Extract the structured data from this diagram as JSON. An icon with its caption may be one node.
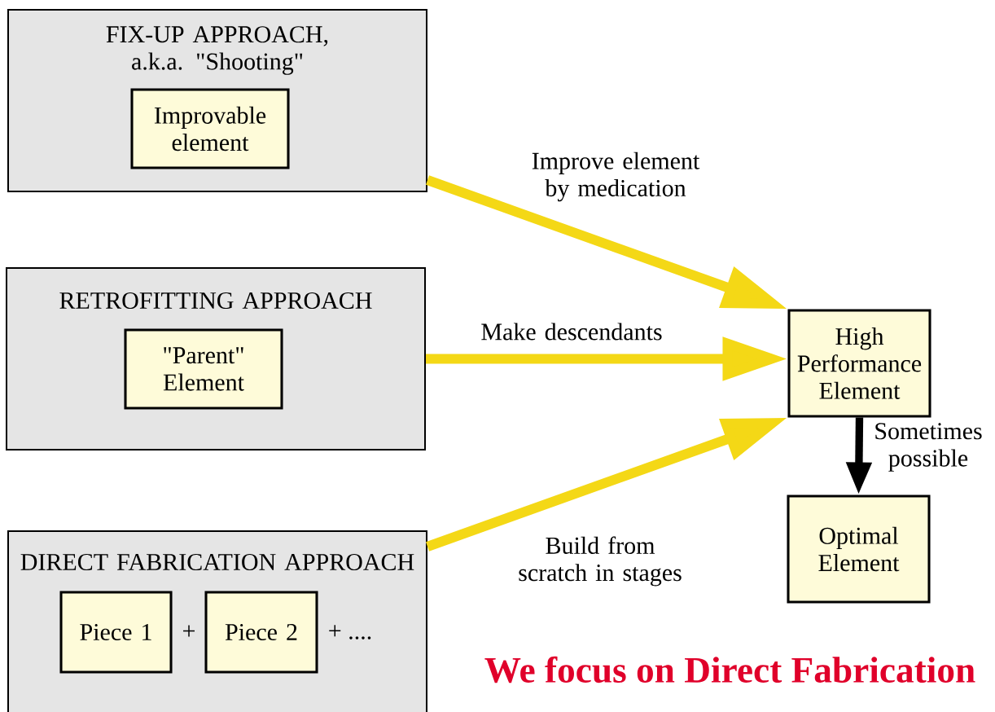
{
  "diagram": {
    "nodes": [
      {
        "text": [
          "FIX-UP APPROACH, a.k.a.  \"Shooting\""
        ]
      },
      {
        "text": [
          "Improvable element"
        ],
        "in": 0
      },
      {
        "text": [
          "RETROFITTING APPROACH"
        ]
      },
      {
        "text": [
          "\"Parent\" Element"
        ],
        "in": 2
      },
      {
        "text": [
          "DIRECT FABRICATION APPROACH"
        ]
      },
      {
        "text": [
          "Piece 1"
        ],
        "in": 4
      },
      {
        "text": [
          "Piece 2"
        ],
        "in": 4
      },
      {
        "text": [
          "High Performance Element"
        ]
      },
      {
        "text": [
          "Optimal Element"
        ]
      }
    ],
    "edges": [
      {
        "from": 0,
        "to": 7,
        "arrow": "to",
        "label": "Improve element by medication"
      },
      {
        "from": 2,
        "to": 7,
        "arrow": "to",
        "label": "Make descendants"
      },
      {
        "from": 4,
        "to": 7,
        "arrow": "to",
        "label": "Build from scratch in stages"
      },
      {
        "from": 7,
        "to": 8,
        "arrow": "to",
        "label": "Sometimes possible",
        "color": "#000000"
      }
    ],
    "labels": [
      "+",
      "+ ....",
      "We focus on Direct Fabrication"
    ]
  }
}
